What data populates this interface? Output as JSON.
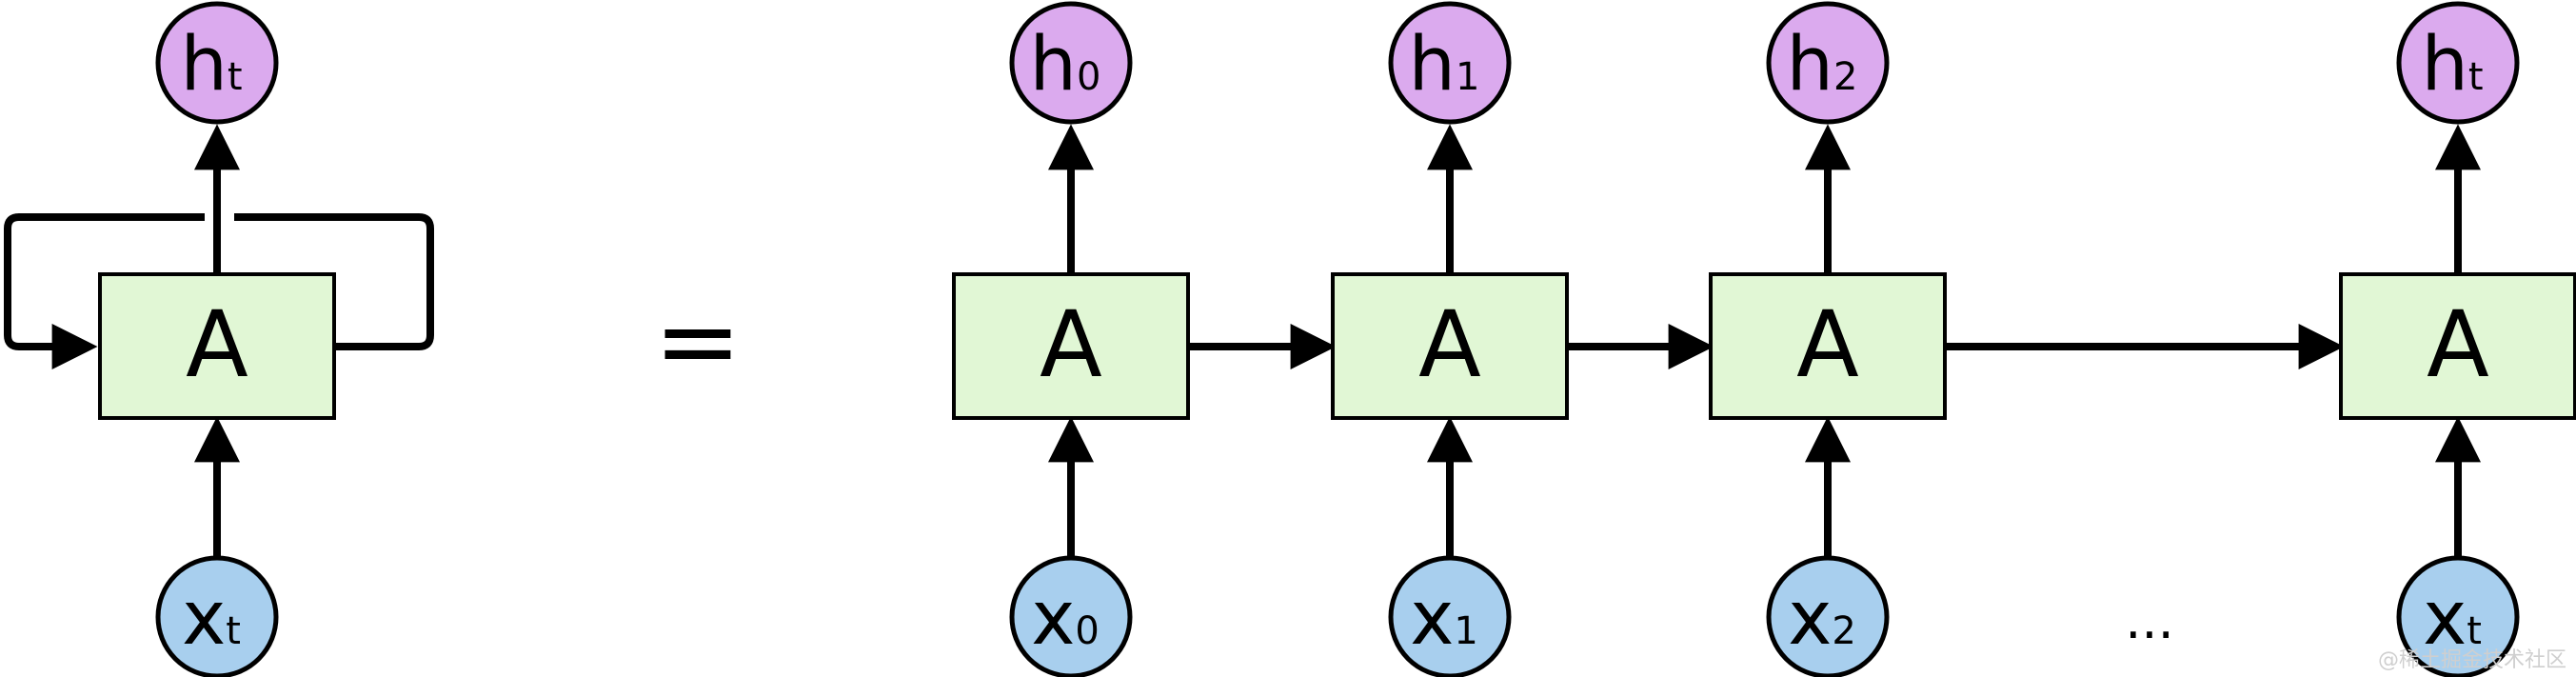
{
  "colors": {
    "box_fill": "#e1f7d5",
    "hidden_fill": "#dbaaee",
    "input_fill": "#a8cfee",
    "stroke": "#000000"
  },
  "rolled": {
    "box_label": "A",
    "output": {
      "main": "h",
      "sub": "t"
    },
    "input": {
      "main": "x",
      "sub": "t"
    }
  },
  "equals": "=",
  "unrolled": [
    {
      "box_label": "A",
      "output": {
        "main": "h",
        "sub": "0"
      },
      "input": {
        "main": "x",
        "sub": "0"
      }
    },
    {
      "box_label": "A",
      "output": {
        "main": "h",
        "sub": "1"
      },
      "input": {
        "main": "x",
        "sub": "1"
      }
    },
    {
      "box_label": "A",
      "output": {
        "main": "h",
        "sub": "2"
      },
      "input": {
        "main": "x",
        "sub": "2"
      }
    },
    {
      "box_label": "A",
      "output": {
        "main": "h",
        "sub": "t"
      },
      "input": {
        "main": "x",
        "sub": "t"
      }
    }
  ],
  "ellipsis": "...",
  "watermark": "@稀土掘金技术社区"
}
